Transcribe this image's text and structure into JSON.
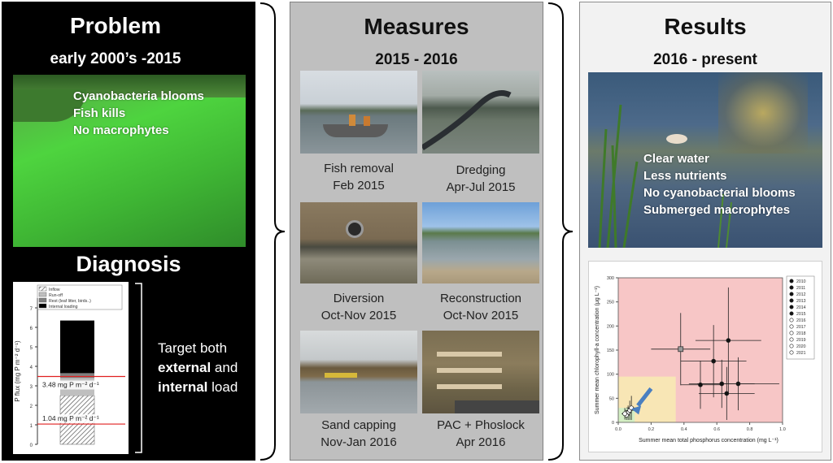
{
  "problem": {
    "title": "Problem",
    "subtitle": "early 2000’s -2015",
    "overlay": [
      "Cyanobacteria blooms",
      "Fish kills",
      "No macrophytes"
    ]
  },
  "diagnosis": {
    "title": "Diagnosis",
    "target_pre": "Target both",
    "target_external": "external",
    "target_and": " and",
    "target_internal": "internal",
    "target_post": " load",
    "chart": {
      "ylabel": "P flux (mg P m⁻² d⁻¹)",
      "legend": [
        "Inflow",
        "Run-off",
        "Rest (leaf litter, birds..)",
        "Internal loading"
      ],
      "yticks": [
        "0",
        "1",
        "2",
        "3",
        "4",
        "5",
        "6",
        "7"
      ],
      "line1_label": "3.48 mg P m⁻² d⁻¹",
      "line2_label": "1.04 mg P m⁻² d⁻¹"
    }
  },
  "measures": {
    "title": "Measures",
    "subtitle": "2015 - 2016",
    "items": [
      {
        "name": "Fish removal",
        "date": "Feb 2015"
      },
      {
        "name": "Dredging",
        "date": "Apr-Jul 2015"
      },
      {
        "name": "Diversion",
        "date": "Oct-Nov 2015"
      },
      {
        "name": "Reconstruction",
        "date": "Oct-Nov 2015"
      },
      {
        "name": "Sand capping",
        "date": "Nov-Jan 2016"
      },
      {
        "name": "PAC + Phoslock",
        "date": "Apr 2016"
      }
    ]
  },
  "results": {
    "title": "Results",
    "subtitle": "2016 - present",
    "overlay": [
      "Clear water",
      "Less nutrients",
      "No cyanobacterial blooms",
      "Submerged macrophytes"
    ]
  },
  "chart_data": [
    {
      "type": "bar",
      "categories": [
        ""
      ],
      "series": [
        {
          "name": "Inflow",
          "values": [
            2.5
          ]
        },
        {
          "name": "Run-off",
          "values": [
            0.9
          ]
        },
        {
          "name": "Rest (leaf litter, birds..)",
          "values": [
            0.25
          ]
        },
        {
          "name": "Internal loading",
          "values": [
            2.7
          ]
        }
      ],
      "ylabel": "P flux (mg P m⁻² d⁻¹)",
      "ylim": [
        0,
        7.5
      ],
      "hlines": [
        3.48,
        1.04
      ],
      "legend": "top"
    },
    {
      "type": "scatter",
      "xlabel": "Summer mean total phosphorus concentration (mg L⁻¹)",
      "ylabel": "Summer mean chlorophyll-a concentration (μg L⁻¹)",
      "xlim": [
        0,
        1.0
      ],
      "ylim": [
        0,
        300
      ],
      "xticks": [
        "0.0",
        "0.2",
        "0.4",
        "0.6",
        "0.8",
        "1.0"
      ],
      "yticks": [
        "0",
        "50",
        "100",
        "150",
        "200",
        "250",
        "300"
      ],
      "legend": "right",
      "series": [
        {
          "name": "2010",
          "x": 0.67,
          "y": 170,
          "xerr": 0.2,
          "yerr": 110
        },
        {
          "name": "2011",
          "x": 0.58,
          "y": 127,
          "xerr": 0.2,
          "yerr": 75
        },
        {
          "name": "2012",
          "x": 0.73,
          "y": 80,
          "xerr": 0.25,
          "yerr": 55
        },
        {
          "name": "2013",
          "x": 0.63,
          "y": 80,
          "xerr": 0.2,
          "yerr": 50
        },
        {
          "name": "2014",
          "x": 0.66,
          "y": 60,
          "xerr": 0.17,
          "yerr": 55
        },
        {
          "name": "2015",
          "x": 0.5,
          "y": 78,
          "xerr": 0.12,
          "yerr": 50
        },
        {
          "name": "2016",
          "x": 0.38,
          "y": 152,
          "xerr": 0.18,
          "yerr": 75
        },
        {
          "name": "2017",
          "x": 0.06,
          "y": 20,
          "xerr": 0.02,
          "yerr": 15
        },
        {
          "name": "2018",
          "x": 0.07,
          "y": 25,
          "xerr": 0.03,
          "yerr": 20
        },
        {
          "name": "2019",
          "x": 0.05,
          "y": 15,
          "xerr": 0.02,
          "yerr": 10
        },
        {
          "name": "2020",
          "x": 0.08,
          "y": 30,
          "xerr": 0.03,
          "yerr": 25
        },
        {
          "name": "2021",
          "x": 0.04,
          "y": 18,
          "xerr": 0.02,
          "yerr": 12
        }
      ],
      "zones": [
        {
          "color": "#f7c6c6",
          "xmax": 1.0,
          "ymax": 300
        },
        {
          "color": "#f8e6b5",
          "xmax": 0.35,
          "ymax": 95
        },
        {
          "color": "#d4efc4",
          "xmax": 0.1,
          "ymax": 30
        }
      ],
      "arrow_color": "#4a7fc0"
    }
  ]
}
